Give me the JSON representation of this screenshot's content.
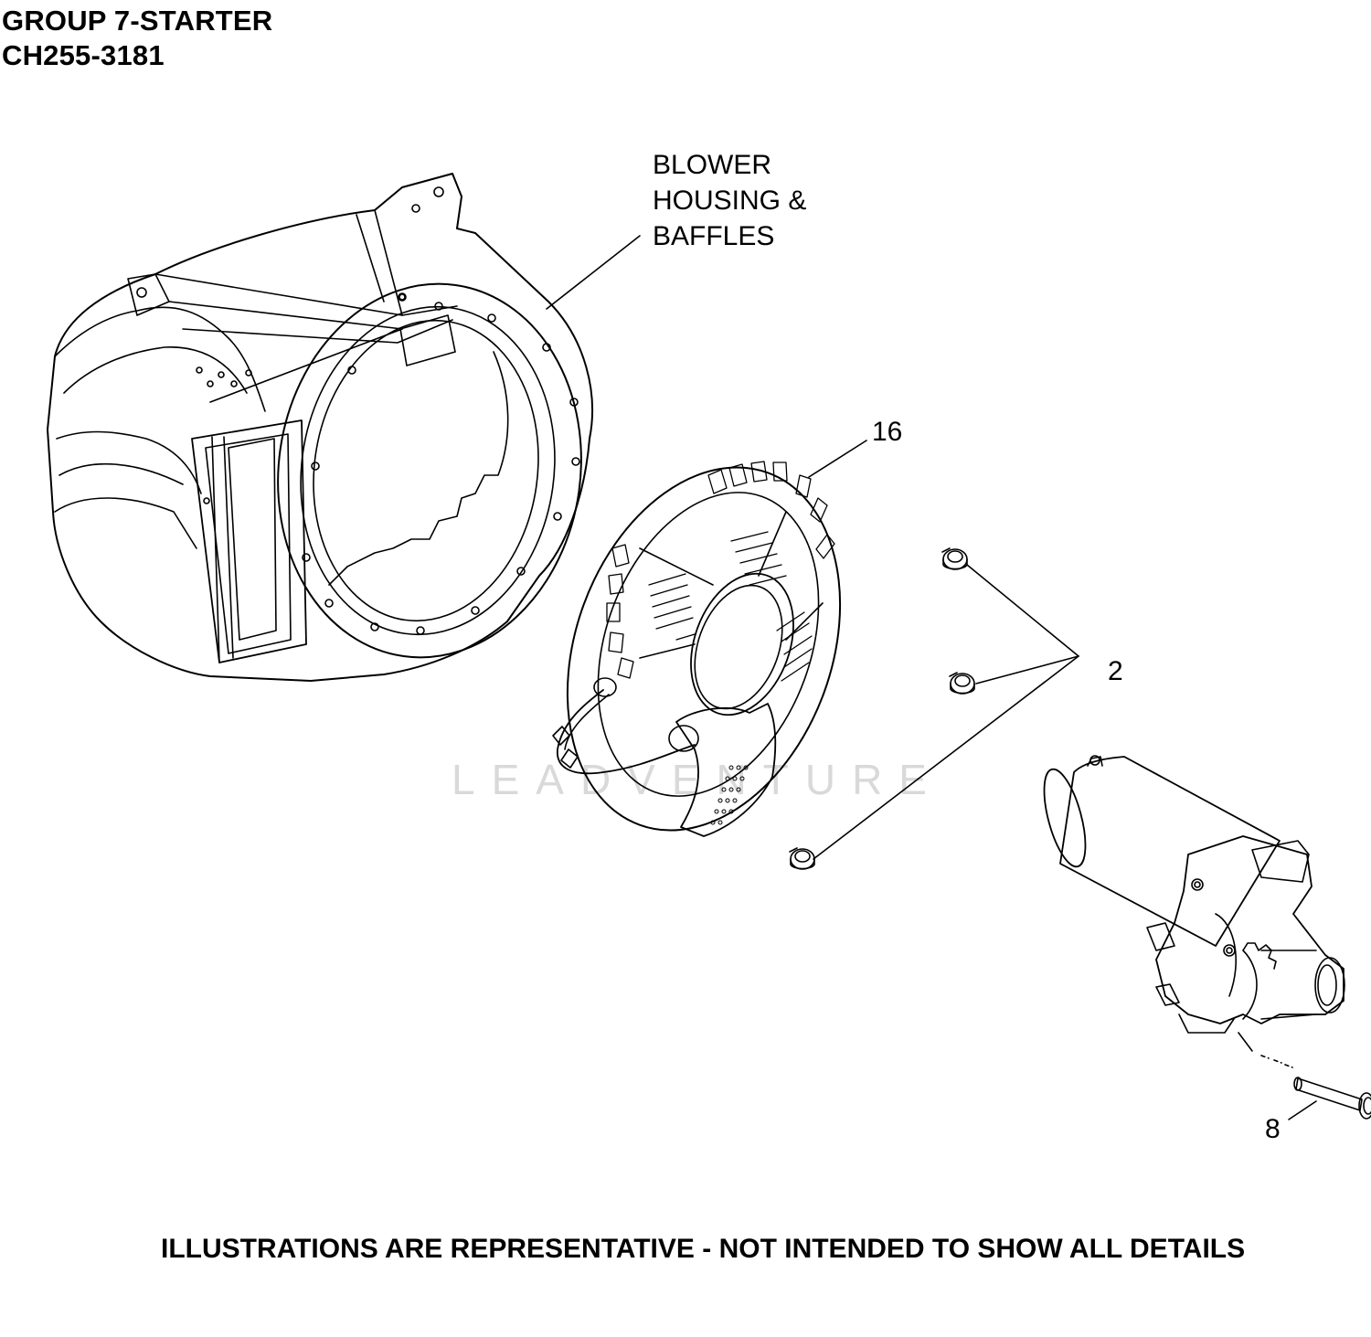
{
  "header": {
    "group": "GROUP 7-STARTER",
    "model": "CH255-3181"
  },
  "callouts": {
    "blower": [
      "BLOWER",
      "HOUSING &",
      "BAFFLES"
    ],
    "part16": "16",
    "part2": "2",
    "part8": "8"
  },
  "footer": "ILLUSTRATIONS ARE REPRESENTATIVE - NOT INTENDED TO SHOW ALL DETAILS",
  "watermark": "LEADVENTURE",
  "icons": [
    "blower-housing",
    "recoil-starter",
    "flange-screw",
    "electric-starter-motor",
    "starter-bolt"
  ],
  "colors": {
    "line": "#000000",
    "watermark": "#d9d9d9",
    "background": "#ffffff"
  }
}
